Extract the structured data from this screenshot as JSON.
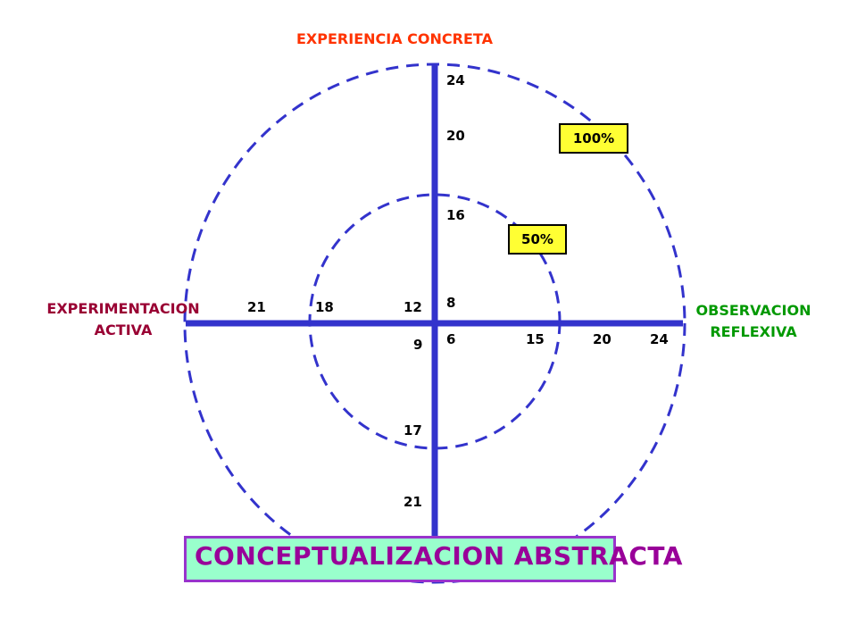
{
  "labels": {
    "top": "EXPERIENCIA CONCRETA",
    "left_line1": "EXPERIMENTACION",
    "left_line2": "ACTIVA",
    "right_line1": "OBSERVACION",
    "right_line2": "REFLEXIVA",
    "bottom": "CONCEPTUALIZACION ABSTRACTA"
  },
  "percent_badges": {
    "outer": "100%",
    "inner": "50%"
  },
  "ticks": {
    "top": [
      "24",
      "20",
      "16",
      "8"
    ],
    "right": [
      "6",
      "15",
      "20",
      "24"
    ],
    "left": [
      "21",
      "18",
      "12"
    ],
    "bottom": [
      "9",
      "17",
      "21"
    ]
  },
  "colors": {
    "axis": "#3333cc",
    "circle": "#3333cc",
    "top_label": "#ff3300",
    "left_label": "#990033",
    "right_label": "#009900",
    "bottom_label": "#990099",
    "bottom_box_fill": "#99ffcc",
    "bottom_box_border": "#9933cc",
    "badge_fill": "#ffff33"
  }
}
